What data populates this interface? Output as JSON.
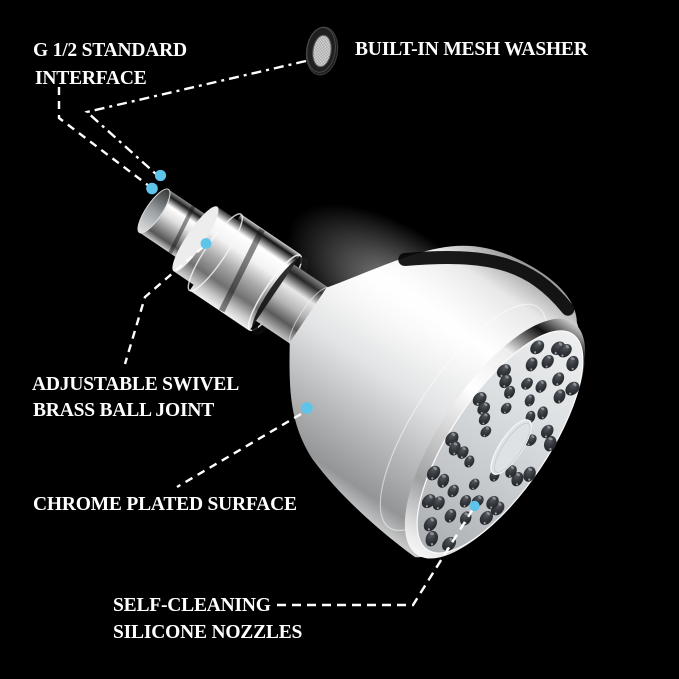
{
  "scene": {
    "description_background": "#000000"
  },
  "labels": {
    "interface": {
      "line1": "G 1/2 STANDARD",
      "line2": "INTERFACE"
    },
    "mesh_washer": {
      "text": "BUILT-IN MESH WASHER"
    },
    "ball_joint": {
      "line1": "ADJUSTABLE SWIVEL",
      "line2": "BRASS BALL JOINT"
    },
    "chrome": {
      "text": "CHROME PLATED SURFACE"
    },
    "nozzles": {
      "line1": "SELF-CLEANING",
      "line2": "SILICONE NOZZLES"
    }
  },
  "colors": {
    "background": "#000000",
    "label_text": "#ffffff",
    "leader_line": "#ffffff",
    "callout_dot": "#5ec4ea",
    "nozzle_dark": "#33363b",
    "face_gray": "#d3d6d9",
    "chrome_highlight": "#ffffff",
    "chrome_shadow": "#141414",
    "washer_ring": "#1f1f1f",
    "washer_mesh": "#d9d9d9"
  },
  "icons": {
    "mesh_washer_icon": "mesh-washer-icon"
  }
}
